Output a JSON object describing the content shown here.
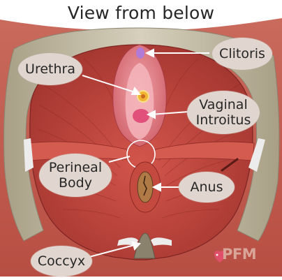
{
  "title": "View from below",
  "labels": {
    "clitoris": "Clitoris",
    "urethra": "Urethra",
    "vaginal_introitus_line1": "Vaginal",
    "vaginal_introitus_line2": "Introitus",
    "perineal_body_line1": "Perineal",
    "perineal_body_line2": "Body",
    "anus": "Anus",
    "coccyx": "Coccyx"
  },
  "brand": "PFM",
  "colors": {
    "skin": "#c25a4b",
    "skin_dark": "#9d3d33",
    "muscle": "#c9473f",
    "muscle_dark": "#a8302c",
    "bone": "#c9c2ad",
    "ligament": "#e6e6e6",
    "clitoris": "#b07ad6",
    "urethra": "#f2b533",
    "introitus": "#e0507a",
    "anus": "#b07a46",
    "bubble": "#e0d6cf",
    "brand": "#d8a598"
  }
}
